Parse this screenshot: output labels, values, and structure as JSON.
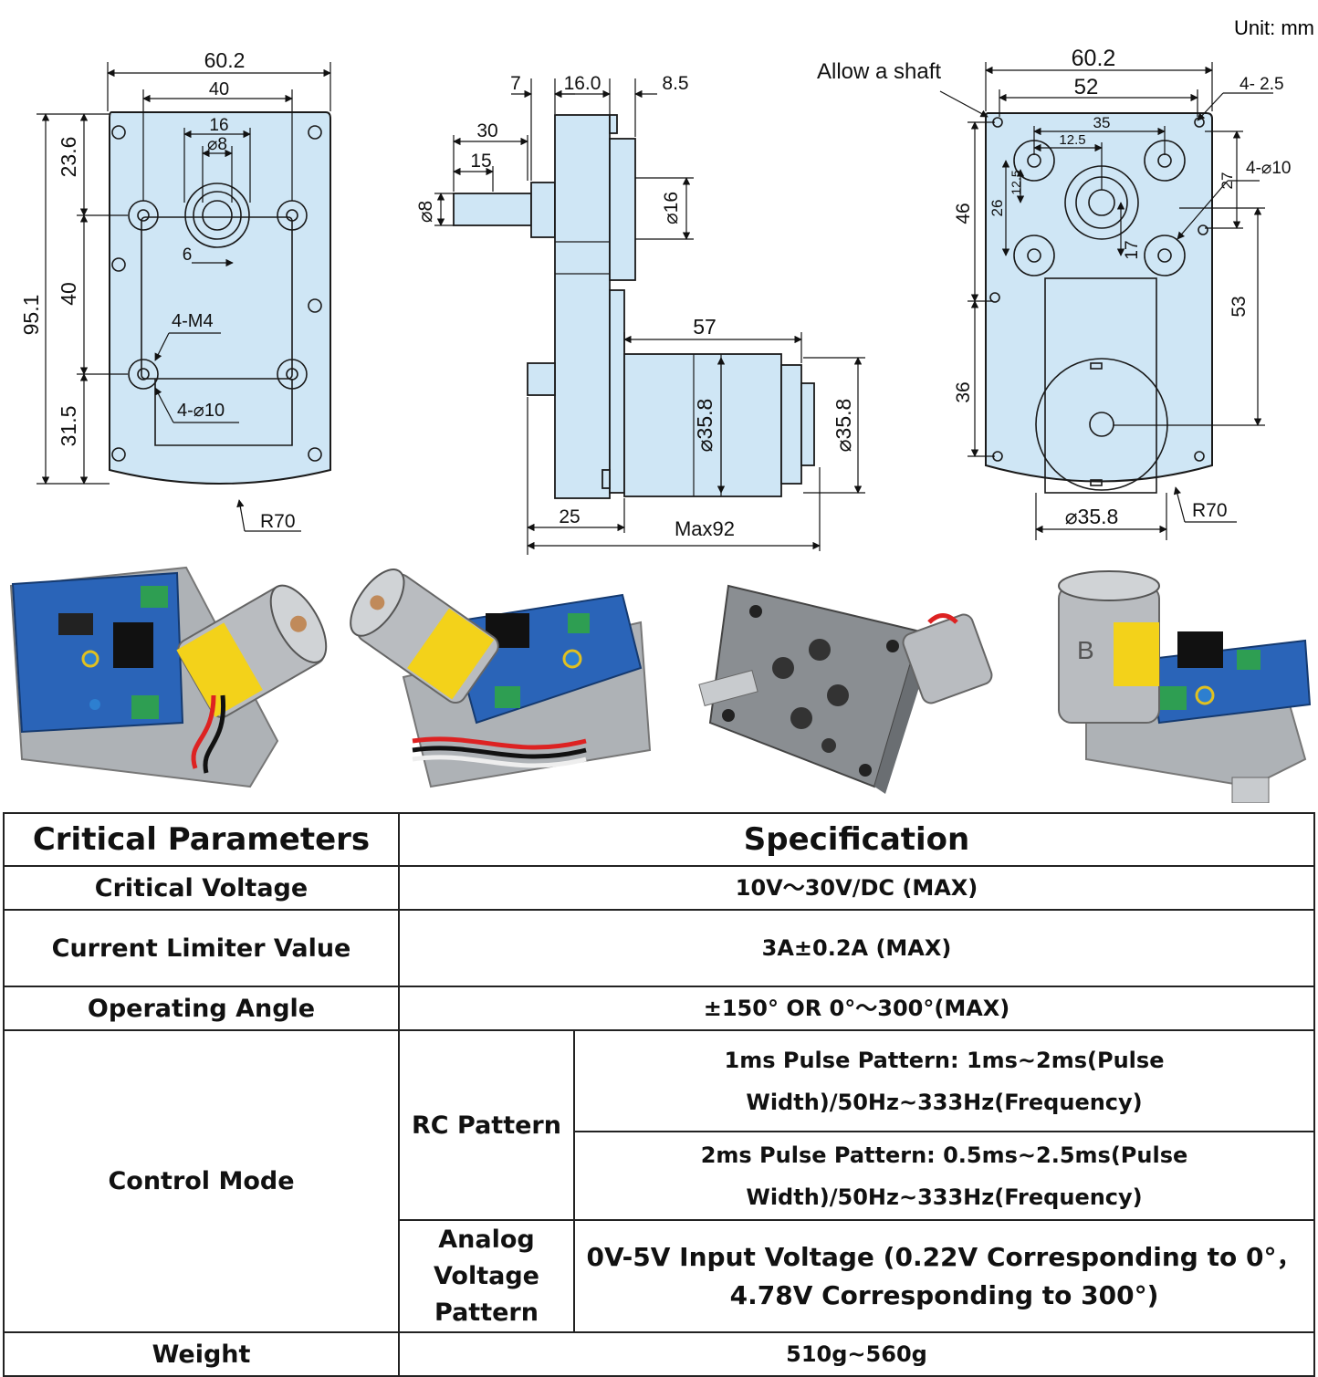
{
  "unit_note": "Unit: mm",
  "front_view": {
    "dims": [
      "60.2",
      "40",
      "16",
      "⌀8",
      "6",
      "23.6",
      "40",
      "31.5",
      "95.1",
      "4-M4",
      "4-⌀10",
      "R70"
    ]
  },
  "side_view": {
    "dims": [
      "7",
      "16.0",
      "8.5",
      "30",
      "15",
      "⌀8",
      "⌀16",
      "57",
      "⌀35.8",
      "⌀35.8",
      "25",
      "Max92"
    ]
  },
  "back_view": {
    "dims": [
      "Allow a shaft",
      "60.2",
      "52",
      "4- 2.5",
      "35",
      "12.5",
      "4-⌀10",
      "12.5",
      "26",
      "27",
      "46",
      "17",
      "53",
      "36",
      "⌀35.8",
      "R70"
    ],
    "motor_mark": "B"
  },
  "photos": [
    {
      "name": "servo-photo-top"
    },
    {
      "name": "servo-photo-angled"
    },
    {
      "name": "servo-photo-gearbox"
    },
    {
      "name": "servo-photo-side"
    }
  ],
  "table": {
    "header": {
      "param": "Critical Parameters",
      "spec": "Specification"
    },
    "rows": {
      "voltage": {
        "label": "Critical  Voltage",
        "value": "10V～30V/DC (MAX)"
      },
      "current": {
        "label": "Current Limiter Value",
        "value": "3A±0.2A (MAX)"
      },
      "angle": {
        "label": "Operating Angle",
        "value": "±150° OR 0°～300°(MAX)"
      },
      "control": {
        "label": "Control Mode",
        "rc_label": "RC Pattern",
        "rc_1ms": "1ms Pulse Pattern: 1ms~2ms(Pulse Width)/50Hz~333Hz(Frequency)",
        "rc_2ms": "2ms Pulse Pattern: 0.5ms~2.5ms(Pulse Width)/50Hz~333Hz(Frequency)",
        "analog_label": "Analog Voltage Pattern",
        "analog_value": "0V-5V Input Voltage (0.22V Corresponding to  0°，4.78V Corresponding to 300°)"
      },
      "weight": {
        "label": "Weight",
        "value": "510g~560g"
      }
    }
  },
  "colors": {
    "plate": "#cfe6f5",
    "line": "#1a1a1a",
    "board": "#2a64b8",
    "metal": "#b9bcc0",
    "label": "#f3d21a"
  }
}
